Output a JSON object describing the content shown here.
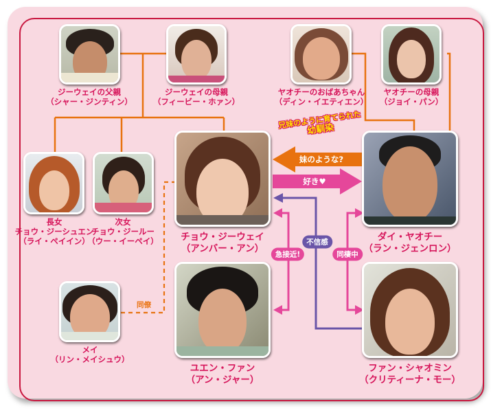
{
  "colors": {
    "background": "#f9d9e1",
    "border": "#c8173f",
    "family_line": "#e8720f",
    "name_text": "#d6145a",
    "orange_arrow": "#e8720f",
    "pink_arrow": "#e5479a",
    "purple_line": "#6a55a8",
    "caption_text": "#ffe600"
  },
  "characters": {
    "father": {
      "role": "ジーウェイの父親",
      "actor": "（シャー・ジンティン）"
    },
    "mother": {
      "role": "ジーウェイの母親",
      "actor": "（フィービー・ホァン）"
    },
    "grandma": {
      "role": "ヤオチーのおばあちゃん",
      "actor": "（ディン・イエティエン）"
    },
    "yaochi_mother": {
      "role": "ヤオチーの母親",
      "actor": "（ジョイ・パン）"
    },
    "eldest_daughter": {
      "role": "長女",
      "name": "チョウ・ジーシュエン",
      "actor": "（ライ・ペイイン）"
    },
    "second_daughter": {
      "role": "次女",
      "name": "チョウ・ジールー",
      "actor": "（ウー・イーペイ）"
    },
    "jiwei": {
      "name": "チョウ・ジーウェイ",
      "actor": "（アンバー・アン）"
    },
    "yaochi": {
      "name": "ダイ・ヤオチー",
      "actor": "（ラン・ジェンロン）"
    },
    "mei": {
      "name": "メイ",
      "actor": "（リン・メイシュウ）"
    },
    "yuen": {
      "name": "ユエン・ファン",
      "actor": "（アン・ジャー）"
    },
    "xiaomin": {
      "name": "ファン・シャオミン",
      "actor": "（クリティーナ・モー）"
    }
  },
  "relations": {
    "childhood_caption_line1": "兄妹のように育てられた",
    "childhood_caption_line2": "幼馴染",
    "like_sister": "妹のような?",
    "likes": "好き♥",
    "distrust": "不信感",
    "approaching": "急接近!",
    "living_together": "同棲中",
    "coworker": "同僚"
  }
}
